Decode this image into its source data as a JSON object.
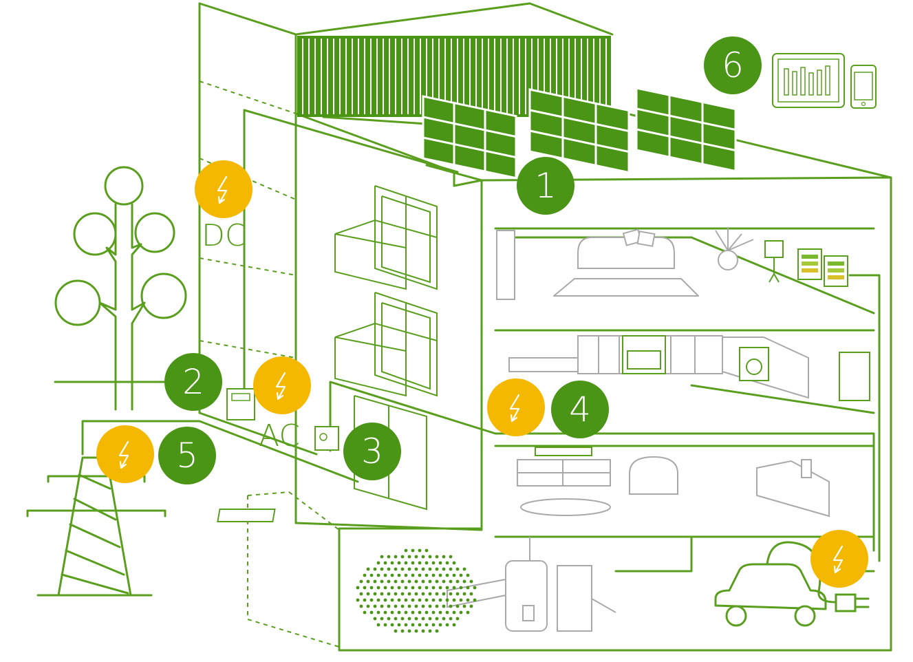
{
  "diagram": {
    "labels": {
      "dc": "DC",
      "ac": "AC"
    },
    "badges": [
      "1",
      "2",
      "3",
      "4",
      "5",
      "6"
    ],
    "colors": {
      "green": "#4a9416",
      "line_green": "#5a9e1e",
      "yellow": "#f5b800",
      "gray": "#a9a9a9"
    }
  }
}
